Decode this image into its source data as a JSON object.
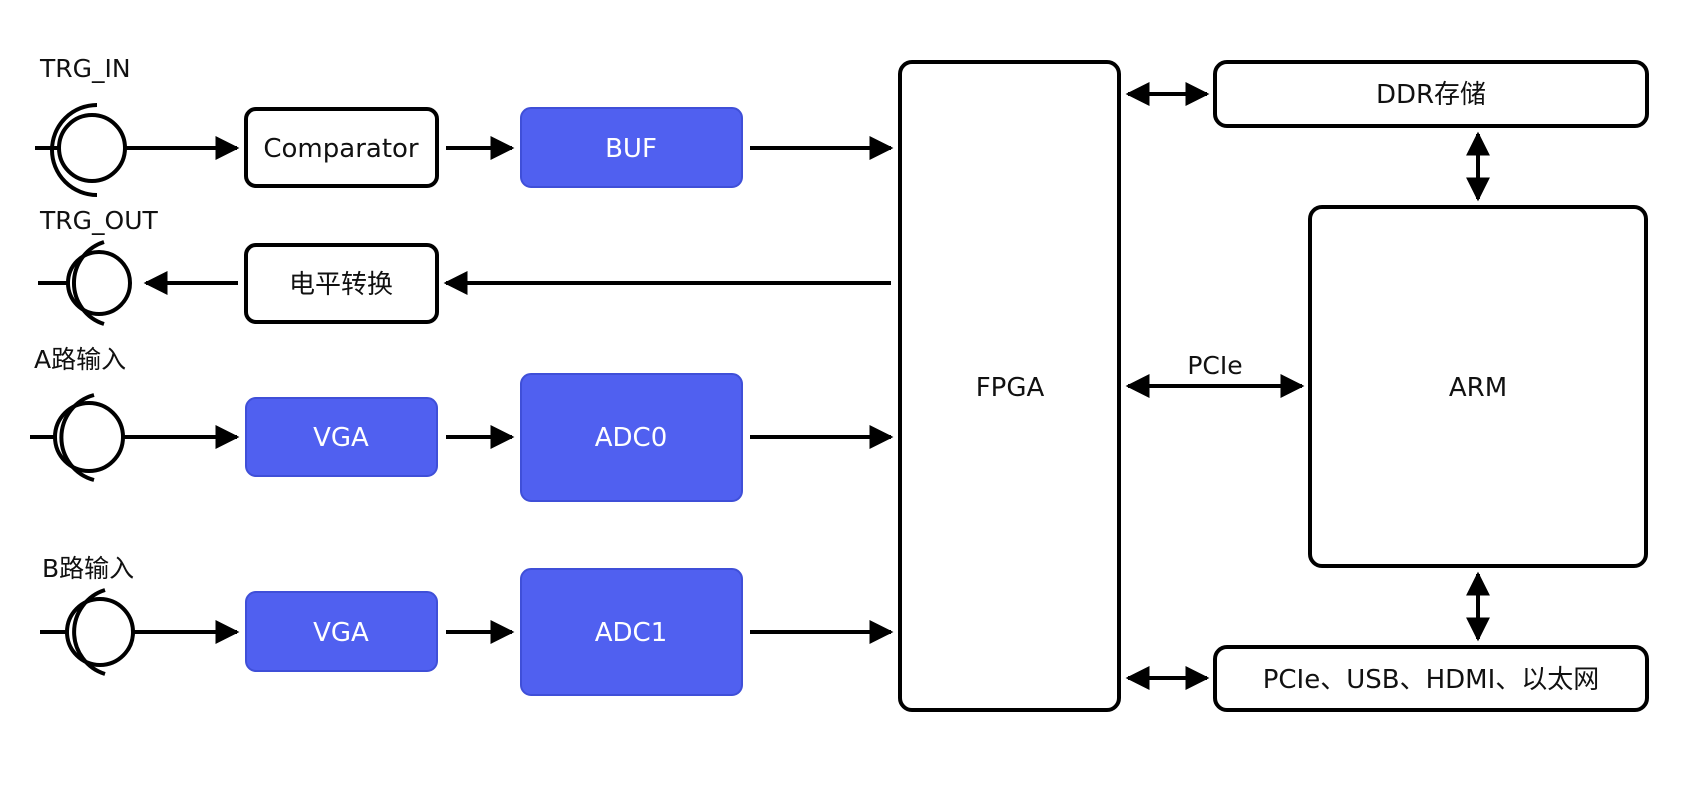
{
  "colors": {
    "accent": "#5060f0",
    "stroke": "#000000",
    "text_dark": "#111111",
    "text_light": "#ffffff"
  },
  "labels": {
    "trg_in": "TRG_IN",
    "trg_out": "TRG_OUT",
    "a_input": "A路输入",
    "b_input": "B路输入",
    "pcie_link": "PCIe"
  },
  "blocks": {
    "comparator": "Comparator",
    "buf": "BUF",
    "level_shift": "电平转换",
    "vga_a": "VGA",
    "adc0": "ADC0",
    "vga_b": "VGA",
    "adc1": "ADC1",
    "fpga": "FPGA",
    "ddr": "DDR存储",
    "arm": "ARM",
    "interfaces": "PCIe、USB、HDMI、以太网"
  }
}
